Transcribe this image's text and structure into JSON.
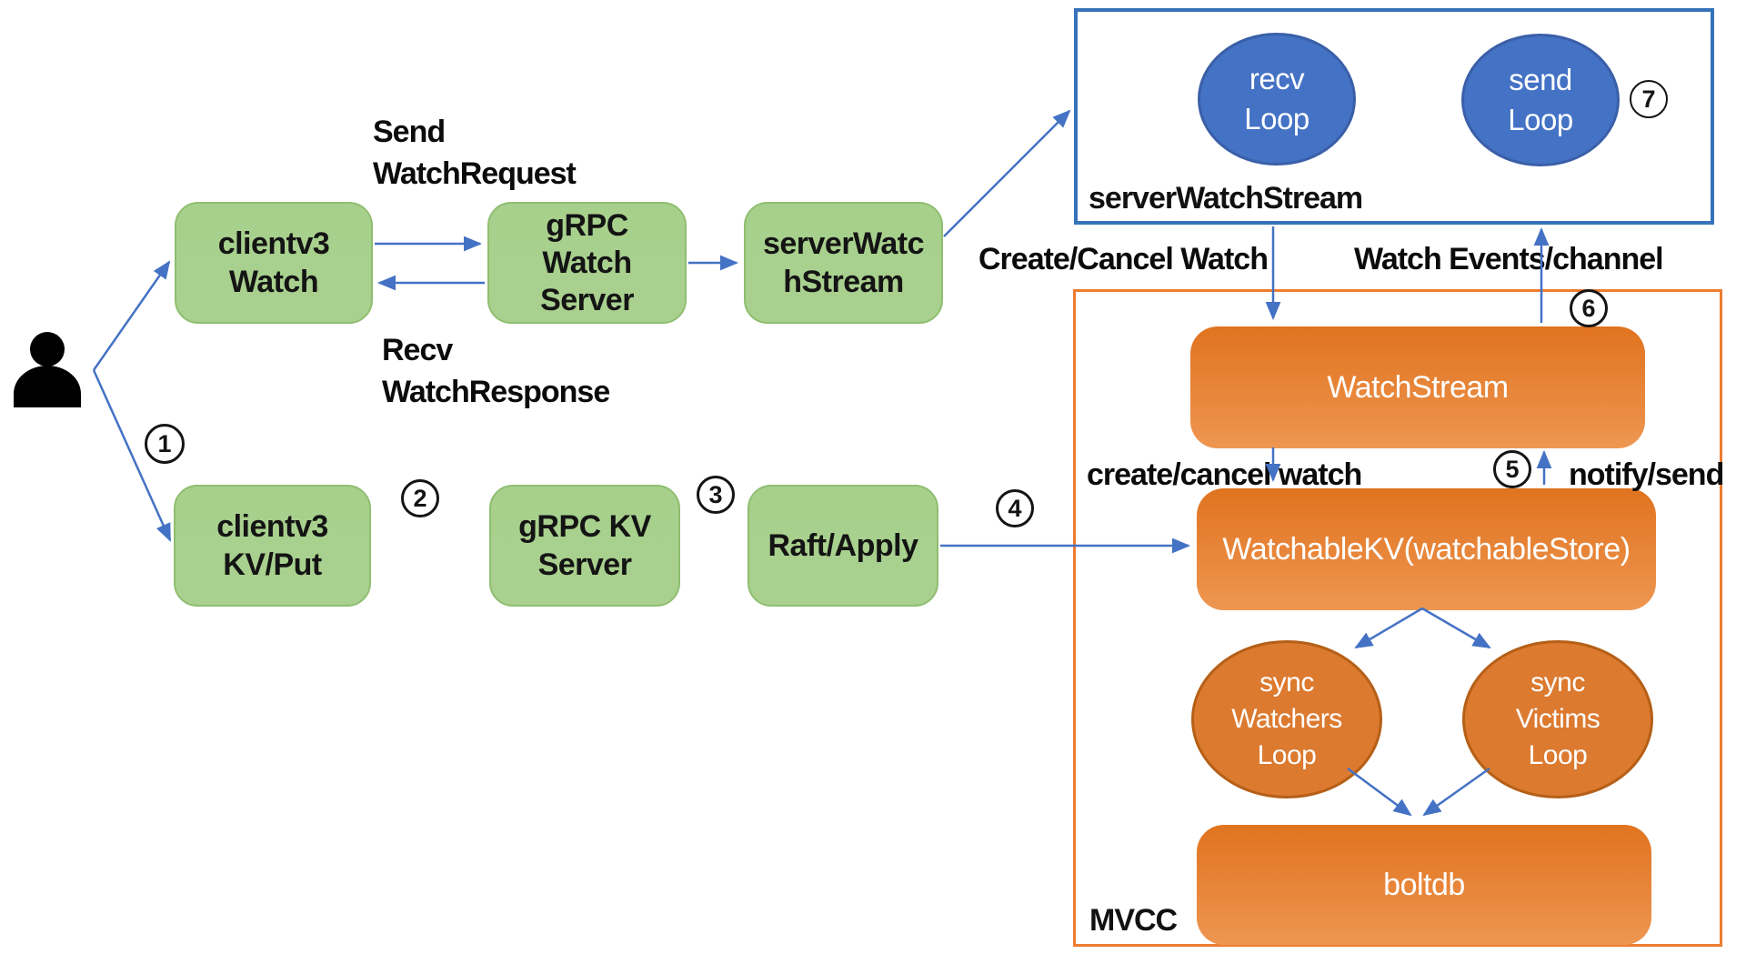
{
  "colors": {
    "green_fill": "#a9d08e",
    "green_border": "#8fbe71",
    "blue_fill": "#4472c4",
    "blue_ellipse_border": "#3a5fa8",
    "container_blue_border": "#3672b9",
    "orange_top": "#e0731f",
    "orange_bottom": "#ee9651",
    "orange_ellipse_fill": "#dc7a30",
    "orange_ellipse_border": "#b55f17",
    "container_orange_border": "#ed7d31",
    "arrow": "#4472c4",
    "text_dark": "#141414",
    "text_light": "#ffffff"
  },
  "actor": {
    "icon": "person-silhouette"
  },
  "green_nodes": {
    "clientv3_watch": {
      "lines": [
        "clientv3",
        "Watch"
      ]
    },
    "grpc_watch_server": {
      "lines": [
        "gRPC",
        "Watch",
        "Server"
      ]
    },
    "server_watch_stream": {
      "lines": [
        "serverWatc",
        "hStream"
      ]
    },
    "clientv3_kv_put": {
      "lines": [
        "clientv3",
        "KV/Put"
      ]
    },
    "grpc_kv_server": {
      "lines": [
        "gRPC KV",
        "Server"
      ]
    },
    "raft_apply": {
      "lines": [
        "Raft/Apply"
      ]
    }
  },
  "stream_box": {
    "label": "serverWatchStream",
    "recv_loop": {
      "lines": [
        "recv",
        "Loop"
      ]
    },
    "send_loop": {
      "lines": [
        "send",
        "Loop"
      ]
    }
  },
  "mvcc_box": {
    "label": "MVCC",
    "watch_stream": "WatchStream",
    "watchable_kv": "WatchableKV(watchableStore)",
    "sync_watchers_loop": {
      "lines": [
        "sync",
        "Watchers",
        "Loop"
      ]
    },
    "sync_victims_loop": {
      "lines": [
        "sync",
        "Victims",
        "Loop"
      ]
    },
    "boltdb": "boltdb"
  },
  "edge_labels": {
    "send_watch_request": {
      "lines": [
        "Send",
        "WatchRequest"
      ]
    },
    "recv_watch_response": {
      "lines": [
        "Recv",
        "WatchResponse"
      ]
    },
    "create_cancel_watch_upper": "Create/Cancel Watch",
    "watch_events_channel": "Watch Events/channel",
    "create_cancel_watch_lower": "create/cancel watch",
    "notify_send": "notify/send"
  },
  "steps": [
    "1",
    "2",
    "3",
    "4",
    "5",
    "6",
    "7"
  ]
}
